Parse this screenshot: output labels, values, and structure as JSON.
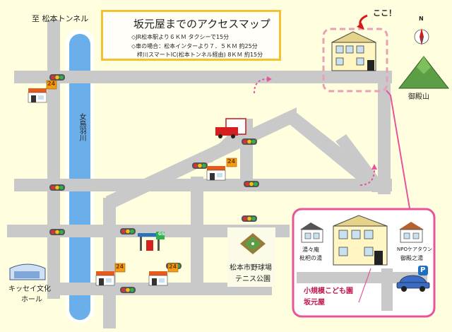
{
  "map": {
    "colors": {
      "background": "#fffedf",
      "road": "#c9c9c9",
      "river": "#6aaeea",
      "river_edge": "#ffffff",
      "title_border": "#f2c232",
      "accent_pink": "#e8549b",
      "arrow_red": "#d61a1a",
      "mountain": "#5c9e45"
    },
    "labels": {
      "to_tunnel": "至 松本トンネル",
      "river": "女鳥羽川",
      "mountain": "御殿山",
      "here": "ここ！",
      "north": "N",
      "kisssei_line1": "キッセイ文化",
      "kisssei_line2": "ホール",
      "stadium_line1": "松本市野球場",
      "stadium_line2": "テニス公園",
      "gs": "GS",
      "conv_24": "24"
    },
    "title": {
      "heading": "坂元屋までのアクセスマップ",
      "route1": "◇JR松本駅より６ＫＭ タクシーで15分",
      "route2": "◇車の場合：松本インターより７．５ＫＭ 約25分",
      "route3": "梓川スマートIC(松本トンネル経由) 8ＫＭ 約15分"
    },
    "inset": {
      "neighbor_left_line1": "湯々庵",
      "neighbor_left_line2": "枇杷の湯",
      "neighbor_right_line1": "NPOケアタウン",
      "neighbor_right_line2": "御殿之湯",
      "destination_line1": "小規模こども園",
      "destination_line2": "坂元屋",
      "parking": "P"
    }
  }
}
